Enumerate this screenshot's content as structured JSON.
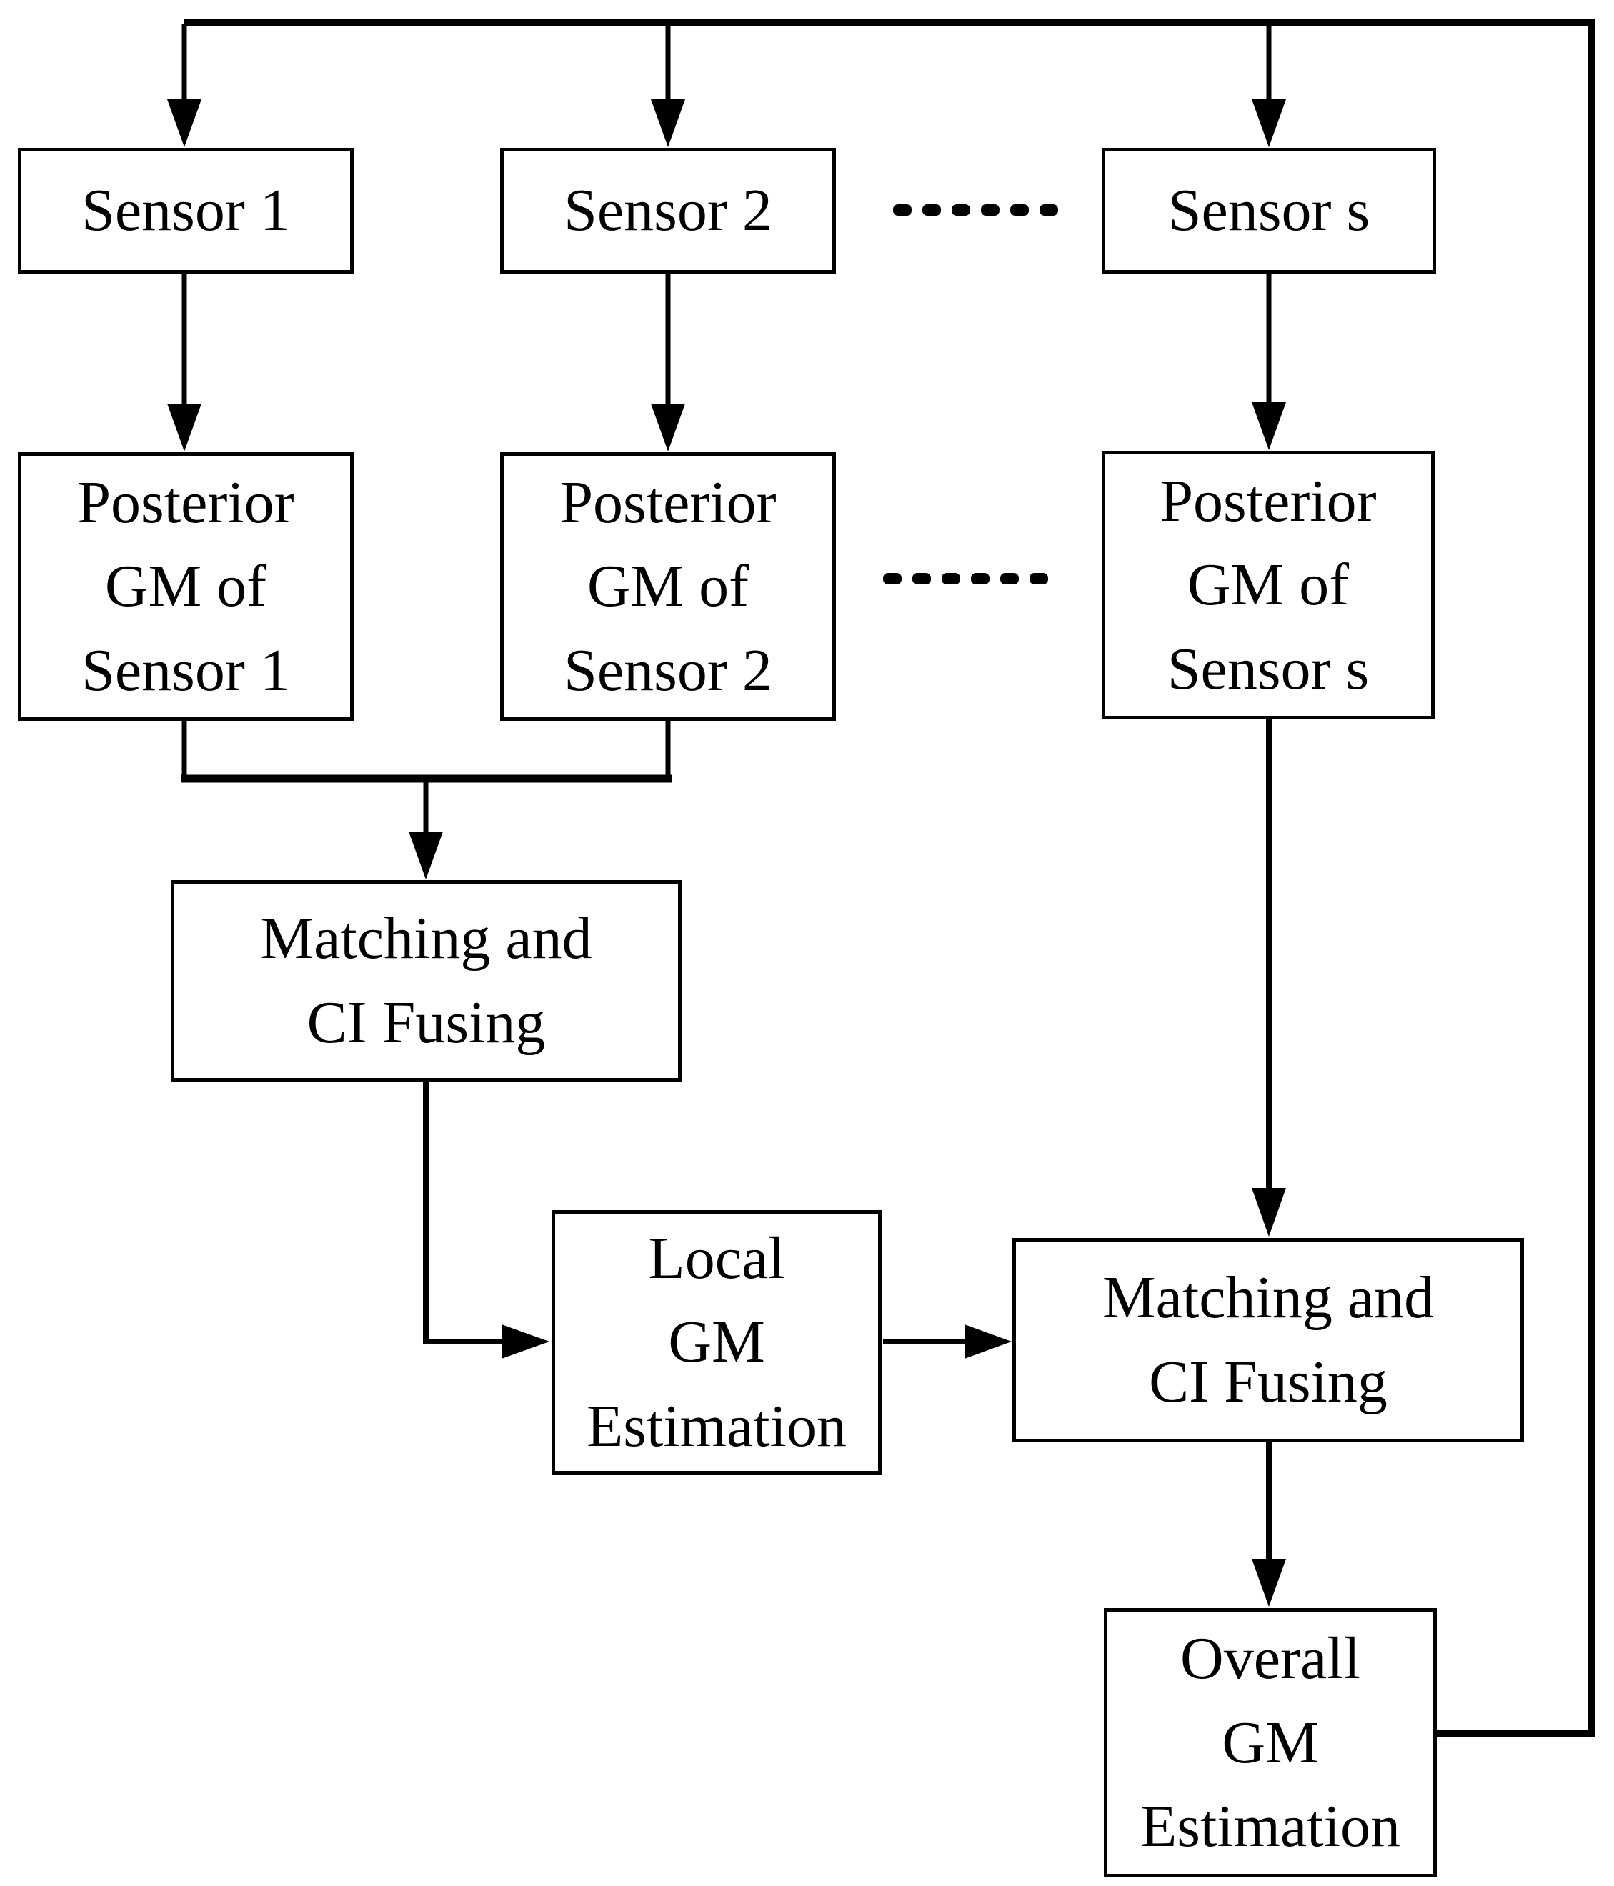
{
  "diagram": {
    "background_color": "#ffffff",
    "line_color": "#000000",
    "nodes": {
      "sensor_1": {
        "lines": [
          "Sensor 1"
        ]
      },
      "sensor_2": {
        "lines": [
          "Sensor 2"
        ]
      },
      "sensor_s": {
        "lines": [
          "Sensor s"
        ]
      },
      "posterior_gm_sensor_1": {
        "lines": [
          "Posterior",
          "GM of",
          "Sensor 1"
        ]
      },
      "posterior_gm_sensor_2": {
        "lines": [
          "Posterior",
          "GM of",
          "Sensor 2"
        ]
      },
      "posterior_gm_sensor_s": {
        "lines": [
          "Posterior",
          "GM of",
          "Sensor s"
        ]
      },
      "matching_ci_fusing_left": {
        "lines": [
          "Matching and",
          "CI Fusing"
        ]
      },
      "local_gm_estimation": {
        "lines": [
          "Local",
          "GM",
          "Estimation"
        ]
      },
      "matching_ci_fusing_right": {
        "lines": [
          "Matching and",
          "CI Fusing"
        ]
      },
      "overall_gm_estimation": {
        "lines": [
          "Overall",
          "GM",
          "Estimation"
        ]
      }
    },
    "ellipsis_separators": {
      "between_sensor_row": {
        "dash_count": 6
      },
      "between_posterior_row": {
        "dash_count": 6
      }
    }
  }
}
